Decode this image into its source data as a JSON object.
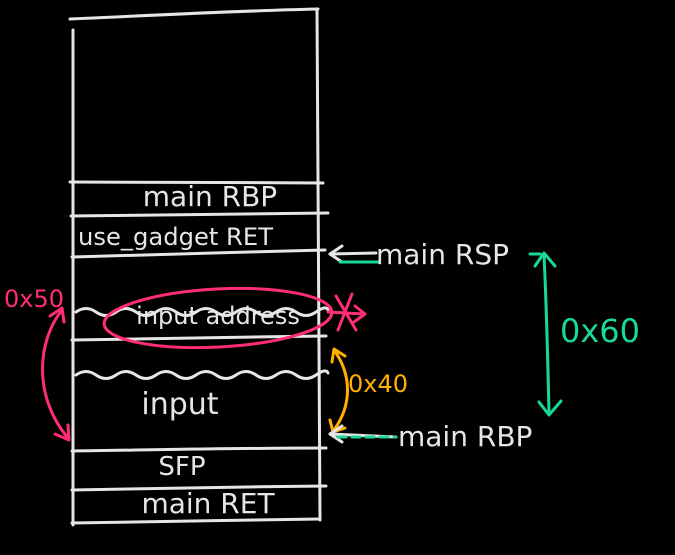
{
  "stack": {
    "slots": {
      "main_rbp_saved": "main RBP",
      "use_gadget_ret": "use_gadget RET",
      "input_address": "input address",
      "input": "input",
      "sfp": "SFP",
      "main_ret": "main RET"
    }
  },
  "pointers": {
    "main_rsp": "main RSP",
    "main_rbp": "main RBP"
  },
  "offsets": {
    "left": "0x50",
    "middle": "0x40",
    "right": "0x60"
  },
  "colors": {
    "stroke": "#e6e6e6",
    "pink": "#ff2d78",
    "orange": "#ffb000",
    "green": "#19d89a",
    "background": "#000000"
  }
}
